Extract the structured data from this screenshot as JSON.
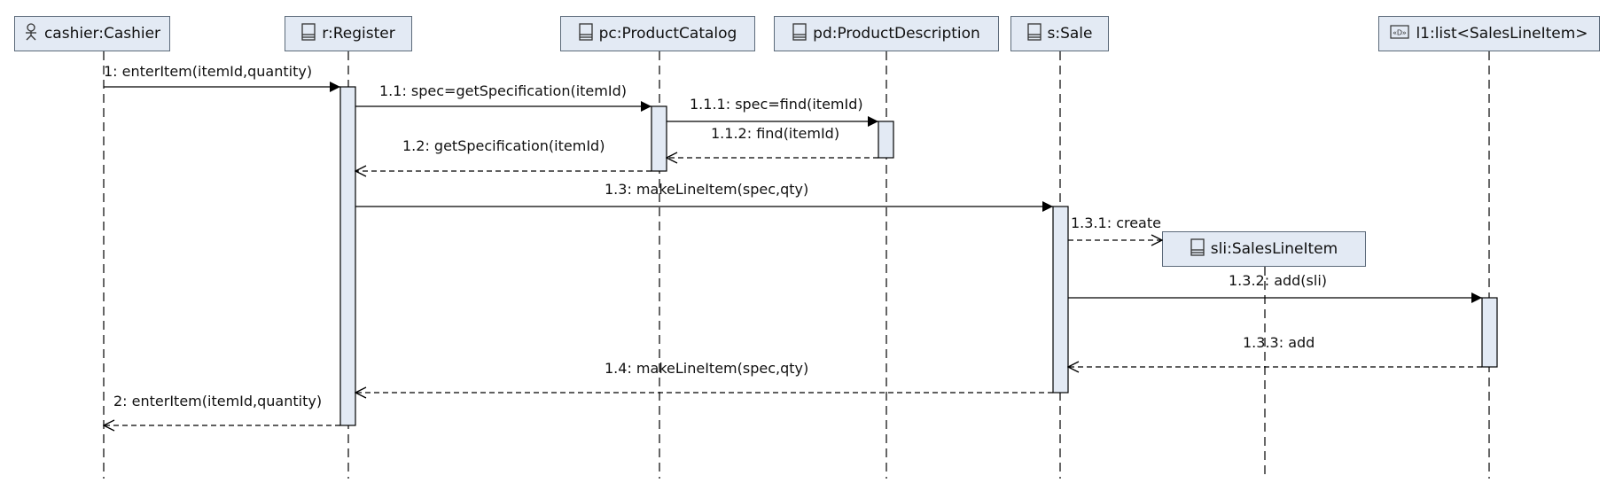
{
  "colors": {
    "box_fill": "#e3eaf4",
    "box_border": "#5c6a7a",
    "line": "#000000"
  },
  "lifelines": [
    {
      "id": "cashier",
      "label": "cashier:Cashier",
      "icon": "actor-icon"
    },
    {
      "id": "register",
      "label": "r:Register",
      "icon": "class-icon"
    },
    {
      "id": "catalog",
      "label": "pc:ProductCatalog",
      "icon": "class-icon"
    },
    {
      "id": "description",
      "label": "pd:ProductDescription",
      "icon": "class-icon"
    },
    {
      "id": "sale",
      "label": "s:Sale",
      "icon": "class-icon"
    },
    {
      "id": "list",
      "label": "l1:list<SalesLineItem>",
      "icon": "datatype-icon"
    }
  ],
  "created_object": {
    "id": "sli",
    "label": "sli:SalesLineItem",
    "icon": "class-icon"
  },
  "messages": [
    {
      "id": "m1",
      "label": "1: enterItem(itemId,quantity)",
      "from": "cashier",
      "to": "register",
      "kind": "sync"
    },
    {
      "id": "m1_1",
      "label": "1.1: spec=getSpecification(itemId)",
      "from": "register",
      "to": "catalog",
      "kind": "sync"
    },
    {
      "id": "m1_1_1",
      "label": "1.1.1: spec=find(itemId)",
      "from": "catalog",
      "to": "description",
      "kind": "sync"
    },
    {
      "id": "m1_1_2",
      "label": "1.1.2: find(itemId)",
      "from": "description",
      "to": "catalog",
      "kind": "reply"
    },
    {
      "id": "m1_2",
      "label": "1.2: getSpecification(itemId)",
      "from": "catalog",
      "to": "register",
      "kind": "reply"
    },
    {
      "id": "m1_3",
      "label": "1.3: makeLineItem(spec,qty)",
      "from": "register",
      "to": "sale",
      "kind": "sync"
    },
    {
      "id": "m1_3_1",
      "label": "1.3.1: create",
      "from": "sale",
      "to": "sli",
      "kind": "create"
    },
    {
      "id": "m1_3_2",
      "label": "1.3.2: add(sli)",
      "from": "sale",
      "to": "list",
      "kind": "sync"
    },
    {
      "id": "m1_3_3",
      "label": "1.3.3: add",
      "from": "list",
      "to": "sale",
      "kind": "reply"
    },
    {
      "id": "m1_4",
      "label": "1.4: makeLineItem(spec,qty)",
      "from": "sale",
      "to": "register",
      "kind": "reply"
    },
    {
      "id": "m2",
      "label": "2: enterItem(itemId,quantity)",
      "from": "register",
      "to": "cashier",
      "kind": "reply"
    }
  ]
}
